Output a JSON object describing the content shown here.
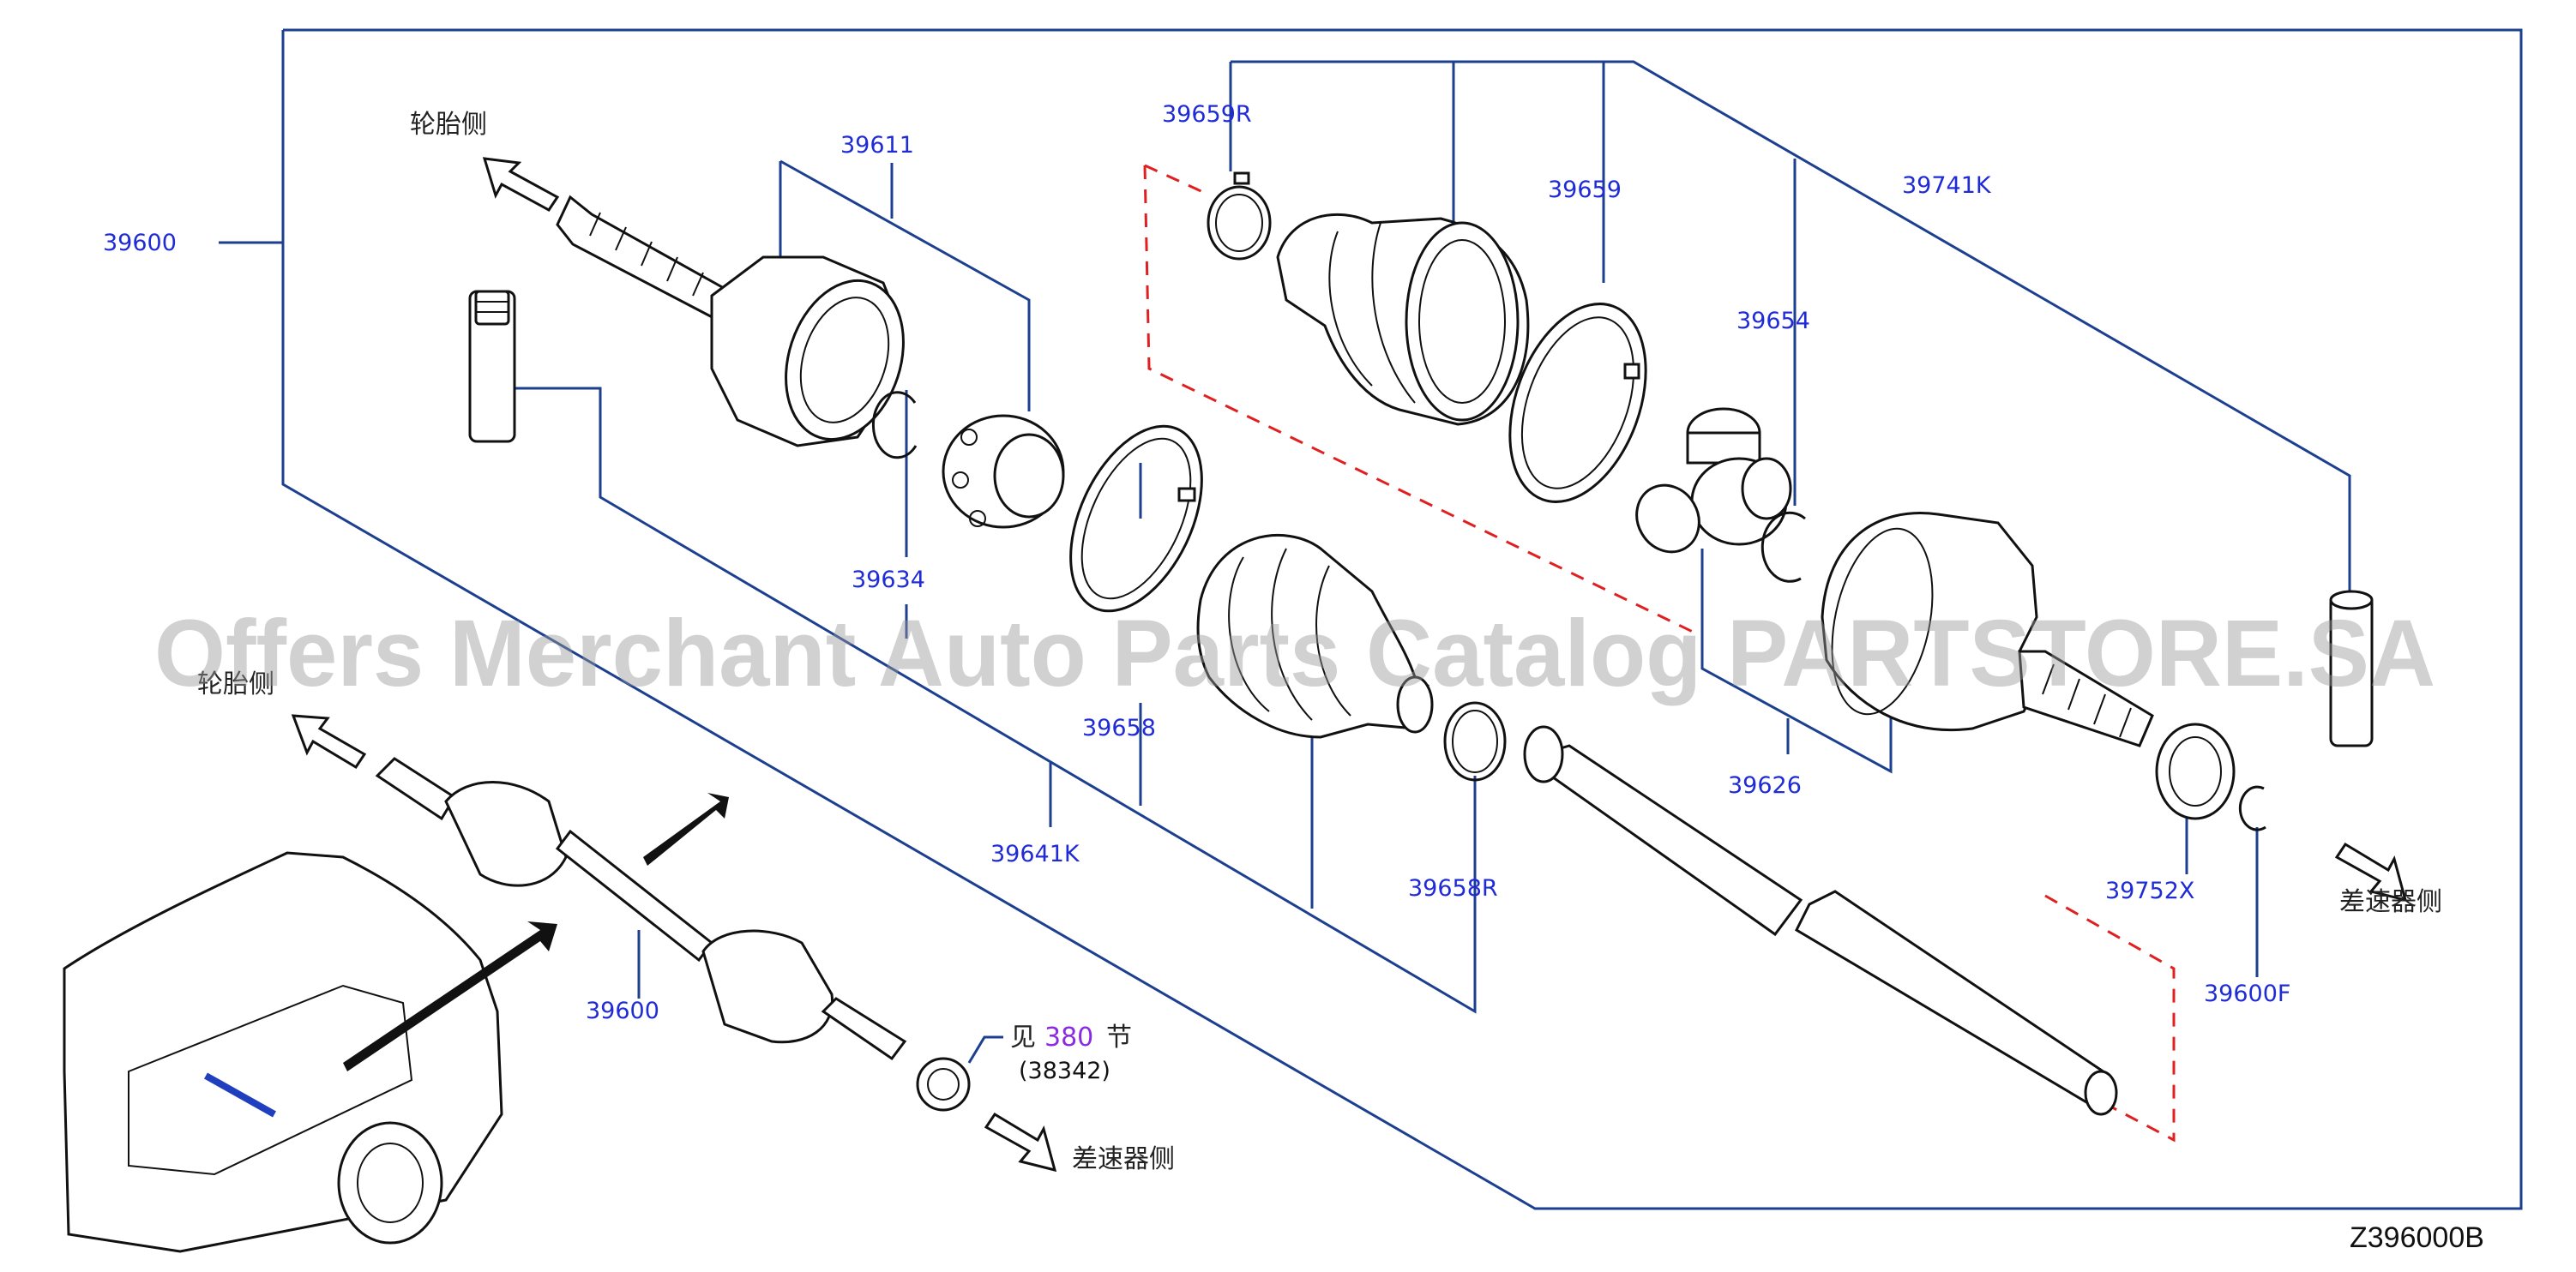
{
  "watermark": "Offers Merchant Auto Parts Catalog PARTSTORE.SA",
  "diagram_code": "Z396000B",
  "side_labels": {
    "tire_side_top": "轮胎侧",
    "tire_side_lower": "轮胎侧",
    "diff_side_right": "差速器侧",
    "diff_side_bottom": "差速器侧"
  },
  "part_numbers": {
    "p39600_main": "39600",
    "p39611": "39611",
    "p39634": "39634",
    "p39658": "39658",
    "p39641K": "39641K",
    "p39659R": "39659R",
    "p39659": "39659",
    "p39741K": "39741K",
    "p39654": "39654",
    "p39626": "39626",
    "p39658R": "39658R",
    "p39752X": "39752X",
    "p39600F": "39600F",
    "p39600_lower": "39600"
  },
  "reference": {
    "prefix": "见",
    "section": "380",
    "suffix": "节",
    "part": "(38342)"
  },
  "colors": {
    "leader_line": "#1d3f8f",
    "part_label": "#1f2bd6",
    "section_link": "#8a2be2",
    "dashed_marker": "#e02020"
  }
}
